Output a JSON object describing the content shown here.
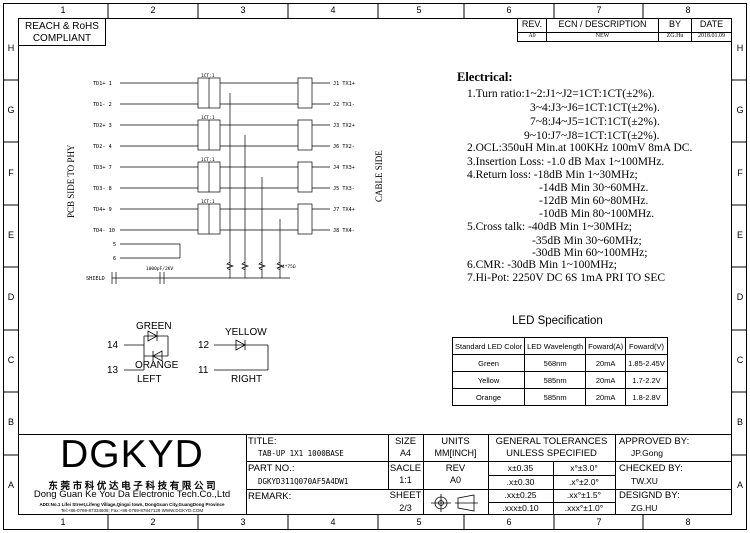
{
  "border": {
    "columns": [
      "1",
      "2",
      "3",
      "4",
      "5",
      "6",
      "7",
      "8"
    ],
    "rows": [
      "H",
      "G",
      "F",
      "E",
      "D",
      "C",
      "B",
      "A"
    ]
  },
  "compliance": {
    "line1": "REACH & RoHS",
    "line2": "COMPLIANT"
  },
  "revision": {
    "headers": [
      "REV.",
      "ECN / DESCRIPTION",
      "BY",
      "DATE"
    ],
    "row": [
      "A0",
      "NEW",
      "ZG.Hu",
      "2018.01.09"
    ]
  },
  "schematic": {
    "left_pins": [
      "TD1+ 1",
      "TD1- 2",
      "TD2+ 3",
      "TD2- 4",
      "TD3+ 7",
      "TD3- 8",
      "TD4+ 9",
      "TD4- 10",
      "5",
      "6"
    ],
    "right_pins": [
      "J1 TX1+",
      "J2 TX1-",
      "J3 TX2+",
      "J6 TX2-",
      "J4 TX3+",
      "J5 TX3-",
      "J7 TX4+",
      "J8 TX4-"
    ],
    "ratio_labels": [
      "1CT:1",
      "1CT:1",
      "1CT:1",
      "1CT:1"
    ],
    "pcb_side": "PCB SIDE TO PHY",
    "cable_side": "CABLE SIDE",
    "shield": "SHIELD",
    "cap": "1000pF/2KV",
    "resistor": "4*75Ω"
  },
  "electrical": {
    "title": "Electrical:",
    "lines": [
      "1.Turn ratio:1~2:J1~J2=1CT:1CT(±2%).",
      "3~4:J3~J6=1CT:1CT(±2%).",
      "7~8:J4~J5=1CT:1CT(±2%).",
      "9~10:J7~J8=1CT:1CT(±2%).",
      "2.OCL:350uH Min.at 100KHz 100mV 8mA DC.",
      "3.Insertion Loss: -1.0 dB Max 1~100MHz.",
      "4.Return loss: -18dB Min 1~30MHz;",
      "-14dB Min 30~60MHz.",
      "-12dB Min 60~80MHz.",
      "-10dB Min 80~100MHz.",
      "5.Cross talk: -40dB Min 1~30MHz;",
      "-35dB Min 30~60MHz;",
      "-30dB Min 60~100MHz;",
      "6.CMR: -30dB Min 1~100MHz;",
      "7.Hi-Pot: 2250V DC 6S 1mA PRI TO SEC"
    ]
  },
  "led_spec": {
    "title": "LED Specification",
    "headers": [
      "Standard LED Color",
      "LED Wavelength",
      "Foward(A)",
      "Foward(V)"
    ],
    "rows": [
      [
        "Green",
        "568nm",
        "20mA",
        "1.85-2.45V"
      ],
      [
        "Yellow",
        "585nm",
        "20mA",
        "1.7-2.2V"
      ],
      [
        "Orange",
        "585nm",
        "20mA",
        "1.8-2.8V"
      ]
    ]
  },
  "leds": {
    "left": {
      "top_label": "GREEN",
      "bottom_label": "ORANGE",
      "pin_top": "14",
      "pin_bottom": "13",
      "caption": "LEFT"
    },
    "right": {
      "label": "YELLOW",
      "pin_top": "12",
      "pin_bottom": "11",
      "caption": "RIGHT"
    }
  },
  "title_block": {
    "logo": "DGKYD",
    "company_cn": "东 莞 市 科 优 达 电 子 科 技 有 限 公 司",
    "company_en": "Dong Guan Ke You Da Electronic Tech.Co.,Ltd",
    "address": "ADD:No.1 Lifei Street,Lifeng Village,Qingxi town, DongGuan City,GuangDong Province",
    "contact": "Tel:+86-0769-87334608; Fax:+86-0769-87847129 WWW.DGKYD.COM",
    "title_label": "TITLE:",
    "title_value": "TAB-UP 1X1 1000BASE",
    "part_label": "PART NO.:",
    "part_value": "DGKYD311Q070AF5A4DW1",
    "remark_label": "REMARK:",
    "size_label": "SIZE",
    "size_value": "A4",
    "units_label": "UNITS",
    "units_value": "MM[INCH]",
    "scale_label": "SACLE",
    "scale_value": "1:1",
    "rev_label": "REV",
    "rev_value": "A0",
    "sheet_label": "SHEET",
    "sheet_value": "2/3",
    "tol_title1": "GENERAL TOLERANCES",
    "tol_title2": "UNLESS SPECIFIED",
    "tolerances": [
      [
        "x±0.35",
        "x°±3.0°"
      ],
      [
        ".x±0.30",
        ".x°±2.0°"
      ],
      [
        ".xx±0.25",
        ".xx°±1.5°"
      ],
      [
        ".xxx±0.10",
        ".xxx°±1.0°"
      ]
    ],
    "approved_label": "APPROVED BY:",
    "approved_value": "JP.Gong",
    "checked_label": "CHECKED BY:",
    "checked_value": "TW.XU",
    "designed_label": "DESIGND BY:",
    "designed_value": "ZG.HU"
  }
}
